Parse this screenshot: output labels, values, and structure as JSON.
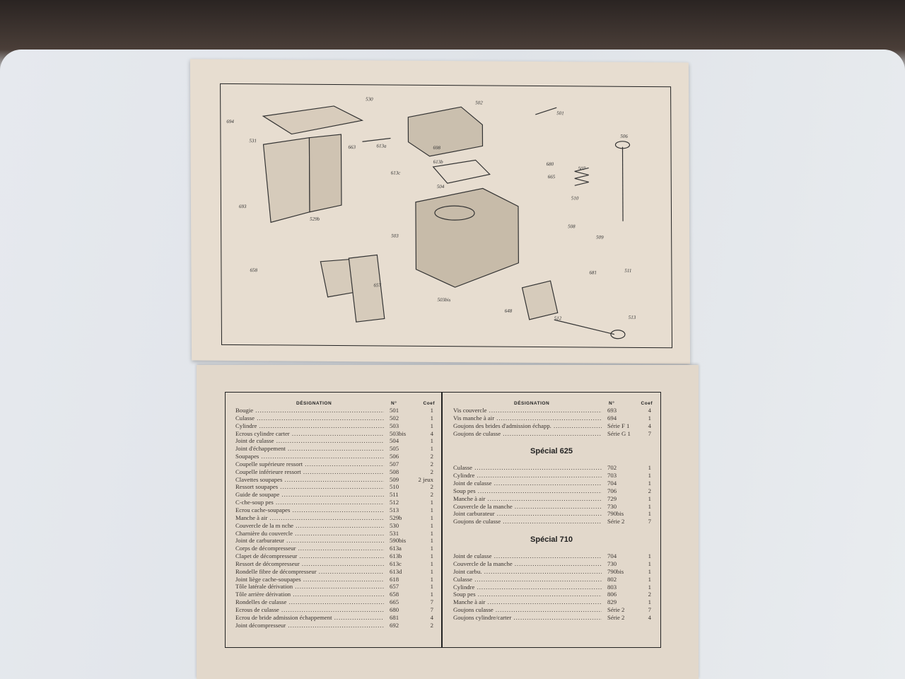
{
  "diagram": {
    "labels": [
      "530",
      "502",
      "501",
      "694",
      "531",
      "663",
      "613a",
      "613b",
      "613c",
      "698",
      "506",
      "680",
      "665",
      "507",
      "504",
      "510",
      "508",
      "509",
      "693",
      "529b",
      "503",
      "658",
      "657",
      "503bis",
      "648",
      "512",
      "513",
      "511",
      "681"
    ]
  },
  "table": {
    "headers": {
      "designation": "DÉSIGNATION",
      "number": "N°",
      "quantity": "Coef"
    },
    "left_rows": [
      {
        "d": "Bougie",
        "n": "501",
        "q": "1"
      },
      {
        "d": "Culasse",
        "n": "502",
        "q": "1"
      },
      {
        "d": "Cylindre",
        "n": "503",
        "q": "1"
      },
      {
        "d": "Ecrous cylindre carter",
        "n": "503bis",
        "q": "4"
      },
      {
        "d": "Joint de culasse",
        "n": "504",
        "q": "1"
      },
      {
        "d": "Joint d'échappement",
        "n": "505",
        "q": "1"
      },
      {
        "d": "Soupapes",
        "n": "506",
        "q": "2"
      },
      {
        "d": "Coupelle supérieure ressort",
        "n": "507",
        "q": "2"
      },
      {
        "d": "Coupelle inférieure ressort",
        "n": "508",
        "q": "2"
      },
      {
        "d": "Clavettes soupapes",
        "n": "509",
        "q": "2 jeux"
      },
      {
        "d": "Ressort soupapes",
        "n": "510",
        "q": "2"
      },
      {
        "d": "Guide de soupape",
        "n": "511",
        "q": "2"
      },
      {
        "d": "C-che-soup pes",
        "n": "512",
        "q": "1"
      },
      {
        "d": "Ecrou cache-soupapes",
        "n": "513",
        "q": "1"
      },
      {
        "d": "Manche à air",
        "n": "529b",
        "q": "1"
      },
      {
        "d": "Couvercle de la m nche",
        "n": "530",
        "q": "1"
      },
      {
        "d": "Charnière du couvercle",
        "n": "531",
        "q": "1"
      },
      {
        "d": "Joint de carburateur",
        "n": "590bis",
        "q": "1"
      },
      {
        "d": "Corps de décompresseur",
        "n": "613a",
        "q": "1"
      },
      {
        "d": "Clapet de décompresseur",
        "n": "613b",
        "q": "1"
      },
      {
        "d": "Ressort de décompresseur",
        "n": "613c",
        "q": "1"
      },
      {
        "d": "Rondelle fibre de décompresseur",
        "n": "613d",
        "q": "1"
      },
      {
        "d": "Joint liège cache-soupapes",
        "n": "618",
        "q": "1"
      },
      {
        "d": "Tôle latérale dérivation",
        "n": "657",
        "q": "1"
      },
      {
        "d": "Tôle arrière dérivation",
        "n": "658",
        "q": "1"
      },
      {
        "d": "Rondelles de culasse",
        "n": "665",
        "q": "7"
      },
      {
        "d": "Ecrous de culasse",
        "n": "680",
        "q": "7"
      },
      {
        "d": "Ecrou de bride admission échappement",
        "n": "681",
        "q": "4"
      },
      {
        "d": "Joint décompresseur",
        "n": "692",
        "q": "2"
      }
    ],
    "right_rows": [
      {
        "d": "Vis couvercle",
        "n": "693",
        "q": "4"
      },
      {
        "d": "Vis manche à air",
        "n": "694",
        "q": "1"
      },
      {
        "d": "Goujons des brides d'admission échapp.",
        "n": "Série F 1",
        "q": "4"
      },
      {
        "d": "Goujons de culasse",
        "n": "Série G 1",
        "q": "7"
      }
    ],
    "special_625": {
      "title": "Spécial 625",
      "rows": [
        {
          "d": "Culasse",
          "n": "702",
          "q": "1"
        },
        {
          "d": "Cylindre",
          "n": "703",
          "q": "1"
        },
        {
          "d": "Joint de culasse",
          "n": "704",
          "q": "1"
        },
        {
          "d": "Soup pes",
          "n": "706",
          "q": "2"
        },
        {
          "d": "Manche à air",
          "n": "729",
          "q": "1"
        },
        {
          "d": "Couvercle de la manche",
          "n": "730",
          "q": "1"
        },
        {
          "d": "Joint carburateur",
          "n": "790bis",
          "q": "1"
        },
        {
          "d": "Goujons de culasse",
          "n": "Série 2",
          "q": "7"
        }
      ]
    },
    "special_710": {
      "title": "Spécial 710",
      "rows": [
        {
          "d": "Joint de culasse",
          "n": "704",
          "q": "1"
        },
        {
          "d": "Couvercle de la manche",
          "n": "730",
          "q": "1"
        },
        {
          "d": "Joint carbu.",
          "n": "790bis",
          "q": "1"
        },
        {
          "d": "Culasse",
          "n": "802",
          "q": "1"
        },
        {
          "d": "Cylindre",
          "n": "803",
          "q": "1"
        },
        {
          "d": "Soup pes",
          "n": "806",
          "q": "2"
        },
        {
          "d": "Manche à air",
          "n": "829",
          "q": "1"
        },
        {
          "d": "Goujons culasse",
          "n": "Série 2",
          "q": "7"
        },
        {
          "d": "Goujons cylindre/carter",
          "n": "Série 2",
          "q": "4"
        }
      ]
    }
  }
}
